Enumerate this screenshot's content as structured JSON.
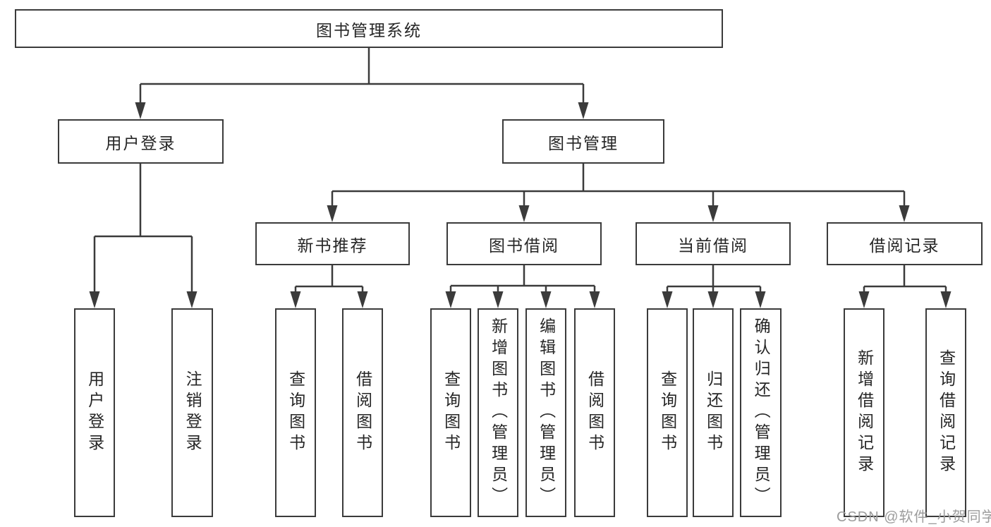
{
  "diagram": {
    "root": {
      "label": "图书管理系统"
    },
    "branches": [
      {
        "label": "用户登录",
        "children": [
          {
            "label": "用户登录"
          },
          {
            "label": "注销登录"
          }
        ]
      },
      {
        "label": "图书管理",
        "groups": [
          {
            "label": "新书推荐",
            "children": [
              {
                "label": "查询图书"
              },
              {
                "label": "借阅图书"
              }
            ]
          },
          {
            "label": "图书借阅",
            "children": [
              {
                "label": "查询图书"
              },
              {
                "label": "新增图书（管理员）"
              },
              {
                "label": "编辑图书（管理员）"
              },
              {
                "label": "借阅图书"
              }
            ]
          },
          {
            "label": "当前借阅",
            "children": [
              {
                "label": "查询图书"
              },
              {
                "label": "归还图书"
              },
              {
                "label": "确认归还（管理员）"
              }
            ]
          },
          {
            "label": "借阅记录",
            "children": [
              {
                "label": "新增借阅记录"
              },
              {
                "label": "查询借阅记录"
              }
            ]
          }
        ]
      }
    ]
  },
  "watermark": {
    "text": "CSDN @软件_小贺同学"
  },
  "colors": {
    "line": "#3b3b3b",
    "box_border": "#3b3b3b",
    "text": "#262626",
    "watermark": "#9c9c9c",
    "background": "#ffffff"
  }
}
